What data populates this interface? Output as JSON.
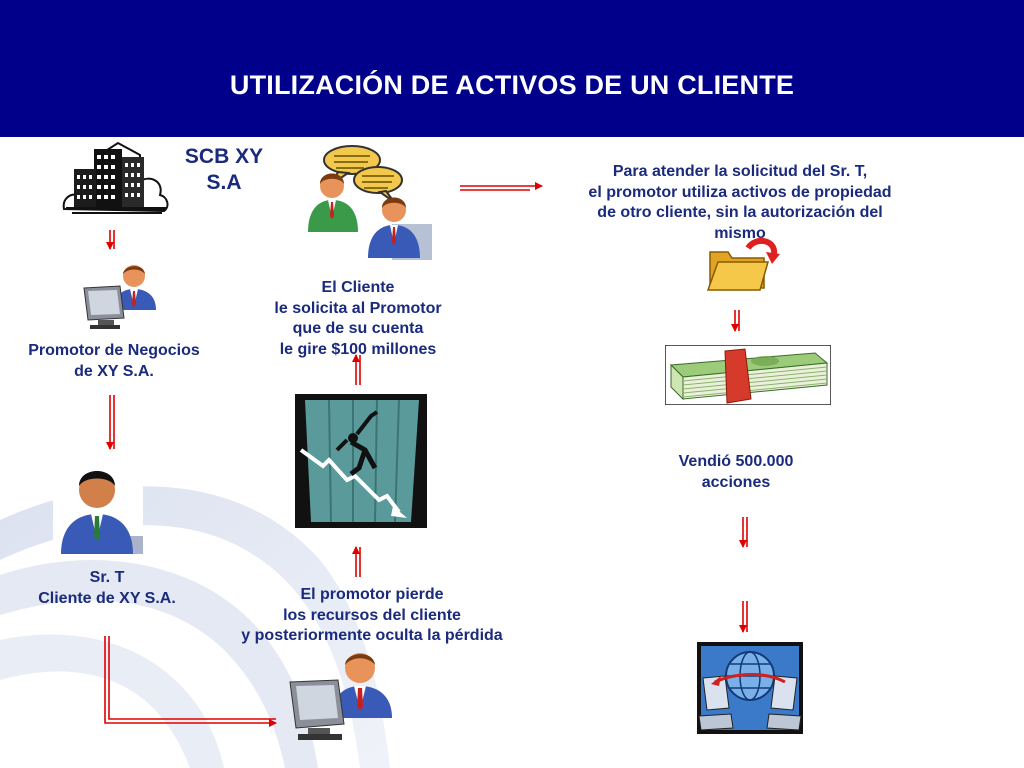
{
  "title": "UTILIZACIÓN DE ACTIVOS DE UN CLIENTE",
  "bank": {
    "line1": "SCB XY",
    "line2": "S.A"
  },
  "promotor": {
    "line1": "Promotor de Negocios",
    "line2": "de XY S.A."
  },
  "client_request": {
    "line1": "El Cliente",
    "line2": "le solicita al Promotor",
    "line3": "que de su cuenta",
    "line4": "le gire $100 millones"
  },
  "client": {
    "line1": "Sr. T",
    "line2": "Cliente de XY S.A."
  },
  "loss": {
    "line1": "El promotor pierde",
    "line2": "los recursos del cliente",
    "line3": "y posteriormente oculta la pérdida"
  },
  "assets_note": {
    "line1": "Para atender la solicitud del Sr. T,",
    "line2": "el promotor utiliza activos de propiedad",
    "line3": "de otro cliente, sin la autorización del",
    "line4": "mismo"
  },
  "sold": {
    "line1": "Vendió 500.000",
    "line2": "acciones"
  },
  "colors": {
    "header": "#00008b",
    "text": "#1a2a7c",
    "arrow": "#e00000"
  },
  "icons": [
    "office-building-icon",
    "person-at-computer-icon",
    "two-people-talking-icon",
    "businessman-icon",
    "falling-man-chart-icon",
    "folder-icon",
    "money-stack-icon",
    "computers-globe-transfer-icon"
  ]
}
